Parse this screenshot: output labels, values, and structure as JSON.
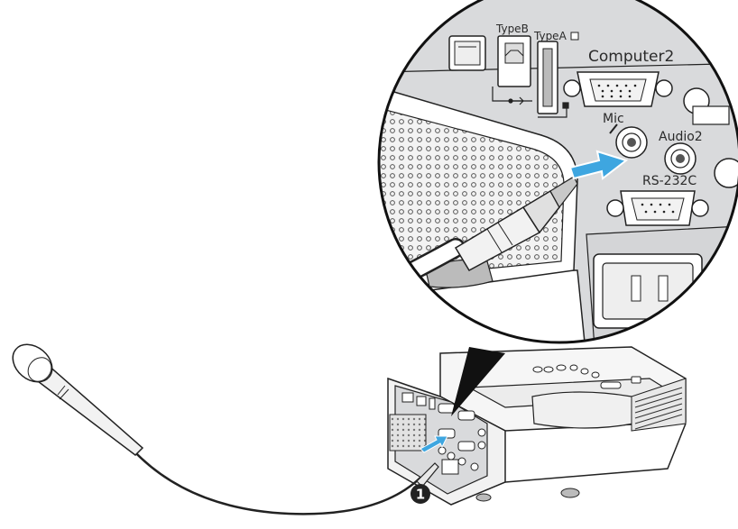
{
  "ports": {
    "type_b": "TypeB",
    "type_a": "TypeA",
    "computer2": "Computer2",
    "mic": "Mic",
    "audio2": "Audio2",
    "rs232c": "RS-232C"
  },
  "callout": {
    "step_marker": "1"
  },
  "colors": {
    "arrow": "#3ea6e0",
    "panel": "#d9dadc",
    "body": "#f4f4f4",
    "outline": "#222222",
    "marker": "#222222"
  },
  "icons": [
    "microphone-icon",
    "projector-icon",
    "usb-icon",
    "arrow-right-icon"
  ]
}
